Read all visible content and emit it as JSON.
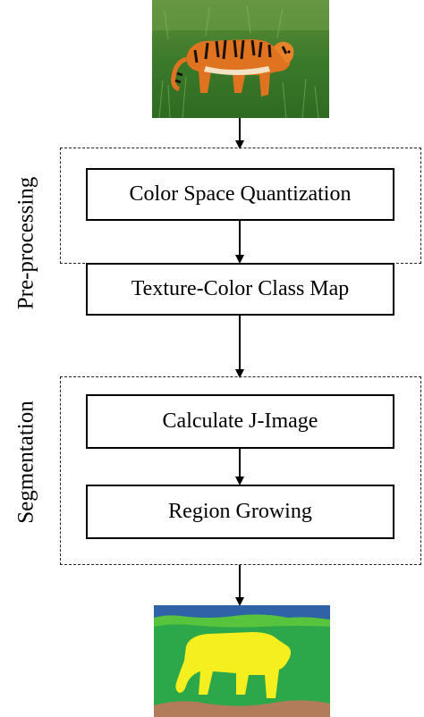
{
  "stages": {
    "preprocessing": {
      "label": "Pre-processing",
      "steps": [
        "Color Space Quantization",
        "Texture-Color Class Map"
      ]
    },
    "segmentation": {
      "label": "Segmentation",
      "steps": [
        "Calculate J-Image",
        "Region Growing"
      ]
    }
  },
  "images": {
    "input": "tiger-photo",
    "output": "segmentation-map"
  },
  "colors": {
    "region_green": "#2ca84a",
    "region_yellow": "#f6ef1f",
    "region_blue": "#2e63a8",
    "region_brown": "#b27b5a",
    "region_lime": "#58c43d"
  }
}
